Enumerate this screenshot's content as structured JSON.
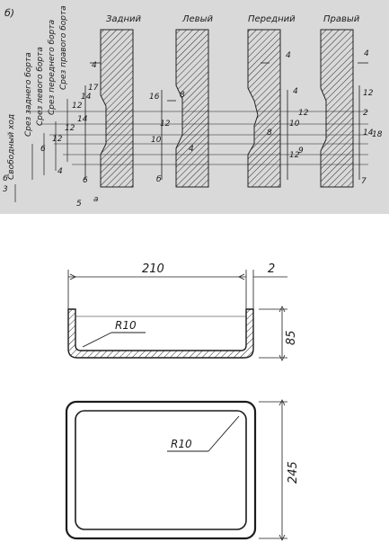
{
  "top_figure": {
    "panel_label": "б)",
    "view_titles": [
      "Задний",
      "Левый",
      "Передний",
      "Правый"
    ],
    "row_labels": [
      "Свободный ход",
      "Срез заднего борта",
      "Срез левого борта",
      "Срез переднего борта",
      "Срез правого борта"
    ],
    "dims": {
      "d3": "3",
      "d6": "6",
      "d6b": "6",
      "d6c": "6",
      "d5": "5",
      "da": "a",
      "d4a": "4",
      "d4b": "4",
      "d12a": "12",
      "d12b": "12",
      "d14": "14",
      "d12c": "12",
      "d14b": "14",
      "d17": "17",
      "d16": "16",
      "d10": "10",
      "d12d": "12",
      "d8": "8",
      "d6e": "б",
      "d4c": "4",
      "d4d": "4",
      "d10b": "10",
      "d12e": "12",
      "d9": "9",
      "d12f": "12",
      "d8b": "8",
      "d4e": "4",
      "d4f": "4",
      "d12g": "12",
      "d14c": "14",
      "d18": "18",
      "d7": "7",
      "d2": "2"
    }
  },
  "section_view": {
    "width_dim": "210",
    "wall_dim": "2",
    "height_dim": "85",
    "radius": "R10"
  },
  "plan_view": {
    "radius": "R10",
    "length_dim": "245"
  }
}
